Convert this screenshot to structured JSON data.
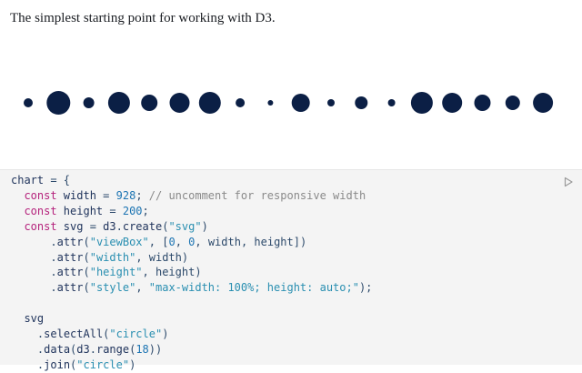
{
  "intro_text": "The simplest starting point for working with D3.",
  "colors": {
    "circle_fill": "#0b1f45",
    "code_bg": "#f4f4f4"
  },
  "circles": {
    "radii": [
      5,
      13,
      6,
      12,
      9,
      11,
      12,
      5,
      3,
      10,
      4,
      7,
      4,
      12,
      11,
      9,
      8,
      11
    ]
  },
  "run_icon": "play-icon",
  "code": {
    "l1": {
      "a": "chart",
      "b": " = {"
    },
    "l2": {
      "kw": "const",
      "name": " width",
      "eq": " = ",
      "num": "928",
      "semi": "; ",
      "comment": "// uncomment for responsive width"
    },
    "l3": {
      "kw": "const",
      "name": " height",
      "eq": " = ",
      "num": "200",
      "semi": ";"
    },
    "l4": {
      "kw": "const",
      "name": " svg",
      "eq": " = ",
      "obj": "d3",
      "dot": ".",
      "fn": "create",
      "p1": "(",
      "str": "\"svg\"",
      "p2": ")"
    },
    "l5": {
      "dot": ".",
      "fn": "attr",
      "p1": "(",
      "str": "\"viewBox\"",
      "rest1": ", [",
      "n1": "0",
      "c1": ", ",
      "n2": "0",
      "rest2": ", width, height])"
    },
    "l6": {
      "dot": ".",
      "fn": "attr",
      "p1": "(",
      "str": "\"width\"",
      "rest": ", width)"
    },
    "l7": {
      "dot": ".",
      "fn": "attr",
      "p1": "(",
      "str": "\"height\"",
      "rest": ", height)"
    },
    "l8": {
      "dot": ".",
      "fn": "attr",
      "p1": "(",
      "str1": "\"style\"",
      "c": ", ",
      "str2": "\"max-width: 100%; height: auto;\"",
      "rest": ");"
    },
    "l10": {
      "a": "svg"
    },
    "l11": {
      "dot": ".",
      "fn": "selectAll",
      "p1": "(",
      "str": "\"circle\"",
      "p2": ")"
    },
    "l12": {
      "dot": ".",
      "fn": "data",
      "p1": "(",
      "obj": "d3",
      "dot2": ".",
      "fn2": "range",
      "p2": "(",
      "num": "18",
      "p3": "))"
    },
    "l13": {
      "dot": ".",
      "fn": "join",
      "p1": "(",
      "str": "\"circle\"",
      "p2": ")"
    }
  }
}
